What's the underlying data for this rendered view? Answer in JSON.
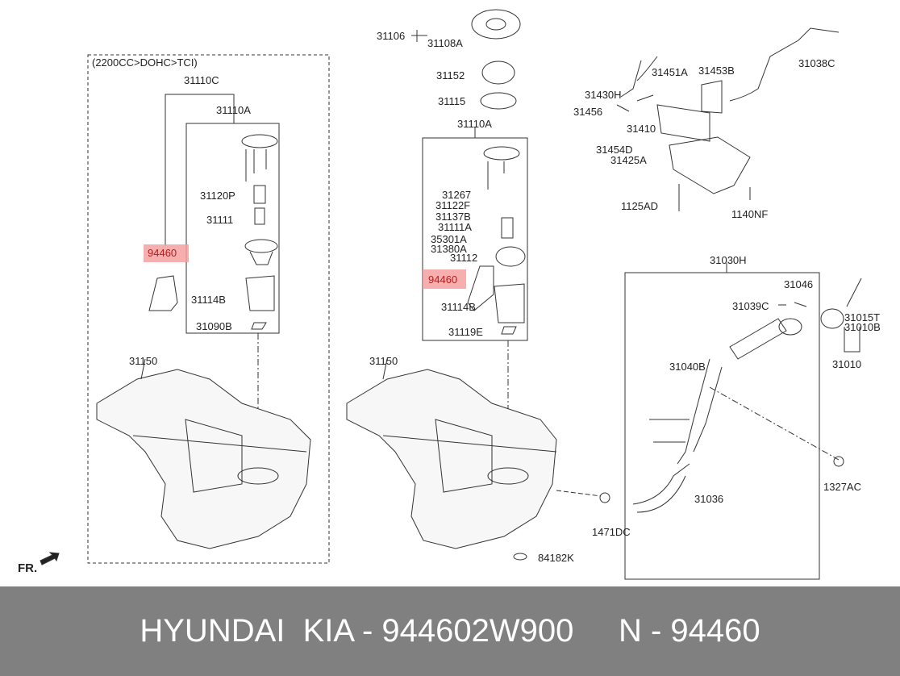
{
  "diagram": {
    "variant_note": "(2200CC>DOHC>TCI)",
    "labels": {
      "l_31110C": "31110C",
      "l_31110A_left": "31110A",
      "l_31120P": "31120P",
      "l_31111": "31111",
      "l_94460_left": "94460",
      "l_31114B_left": "31114B",
      "l_31090B": "31090B",
      "l_31150_left": "31150",
      "l_31106": "31106",
      "l_31108A": "31108A",
      "l_31152": "31152",
      "l_31115": "31115",
      "l_31110A_mid": "31110A",
      "l_31267": "31267",
      "l_31122F": "31122F",
      "l_31137B": "31137B",
      "l_31111A": "31111A",
      "l_35301A": "35301A",
      "l_31380A": "31380A",
      "l_31112": "31112",
      "l_94460_mid": "94460",
      "l_31114B_mid": "31114B",
      "l_31119E": "31119E",
      "l_31150_mid": "31150",
      "l_1471DC": "1471DC",
      "l_84182K": "84182K",
      "l_31451A": "31451A",
      "l_31453B": "31453B",
      "l_31038C": "31038C",
      "l_31430H": "31430H",
      "l_31456": "31456",
      "l_31410": "31410",
      "l_31454D": "31454D",
      "l_31425A": "31425A",
      "l_1125AD": "1125AD",
      "l_1140NF": "1140NF",
      "l_31030H": "31030H",
      "l_31046": "31046",
      "l_31039C": "31039C",
      "l_31015T": "31015T",
      "l_31010B": "31010B",
      "l_31010": "31010",
      "l_31040B": "31040B",
      "l_31036": "31036",
      "l_1327AC": "1327AC"
    },
    "front_marker": "FR.",
    "highlight_color": "#f4a0a0"
  },
  "footer": {
    "text": "HYUNDAI  KIA - 944602W900     N - 94460"
  }
}
